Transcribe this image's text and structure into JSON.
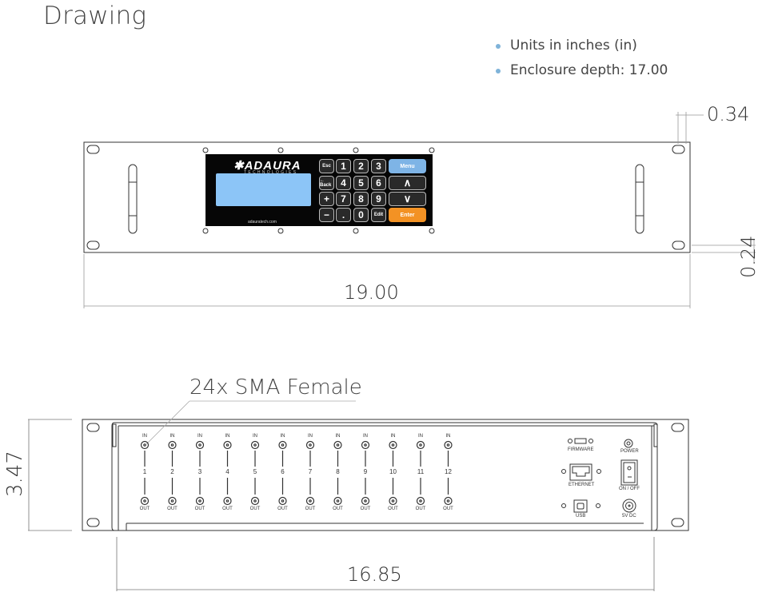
{
  "header": {
    "title": "Drawing"
  },
  "notes": [
    {
      "text": "Units in inches (in)"
    },
    {
      "text": "Enclosure depth: 17.00"
    }
  ],
  "front_view": {
    "dimensions": {
      "width": "19.00",
      "ear_hole_offset": "0.34",
      "hole_bottom_offset": "0.24"
    },
    "display": {
      "brand": "ADAURA",
      "brand_sub": "TECHNOLOGIES",
      "url": "adauratech.com",
      "screen_color": "#8cc5f7"
    },
    "keypad": {
      "keys": [
        {
          "label": "Esc",
          "type": "small"
        },
        {
          "label": "1",
          "type": "num"
        },
        {
          "label": "2",
          "type": "num"
        },
        {
          "label": "3",
          "type": "num"
        },
        {
          "label": "Menu",
          "type": "menu"
        },
        {
          "label": "← Back",
          "type": "small"
        },
        {
          "label": "4",
          "type": "num"
        },
        {
          "label": "5",
          "type": "num"
        },
        {
          "label": "6",
          "type": "num"
        },
        {
          "label": "∧",
          "type": "arrow"
        },
        {
          "label": "+",
          "type": "num"
        },
        {
          "label": "7",
          "type": "num"
        },
        {
          "label": "8",
          "type": "num"
        },
        {
          "label": "9",
          "type": "num"
        },
        {
          "label": "∨",
          "type": "arrow"
        },
        {
          "label": "−",
          "type": "num"
        },
        {
          "label": ".",
          "type": "num"
        },
        {
          "label": "0",
          "type": "num"
        },
        {
          "label": "Edit",
          "type": "small"
        },
        {
          "label": "Enter",
          "type": "enter"
        }
      ],
      "menu_color": "#7eb4e6",
      "enter_color": "#f39224"
    }
  },
  "rear_view": {
    "callout": "24x SMA Female",
    "dimensions": {
      "height": "3.47",
      "inner_width": "16.85"
    },
    "channels": {
      "in_label": "IN",
      "out_label": "OUT",
      "numbers": [
        "1",
        "2",
        "3",
        "4",
        "5",
        "6",
        "7",
        "8",
        "9",
        "10",
        "11",
        "12"
      ]
    },
    "ports": {
      "firmware": "FIRMWARE",
      "power": "POWER",
      "ethernet": "ETHERNET",
      "on_off": "ON / OFF",
      "usb": "USB",
      "dc": "5V DC"
    }
  }
}
